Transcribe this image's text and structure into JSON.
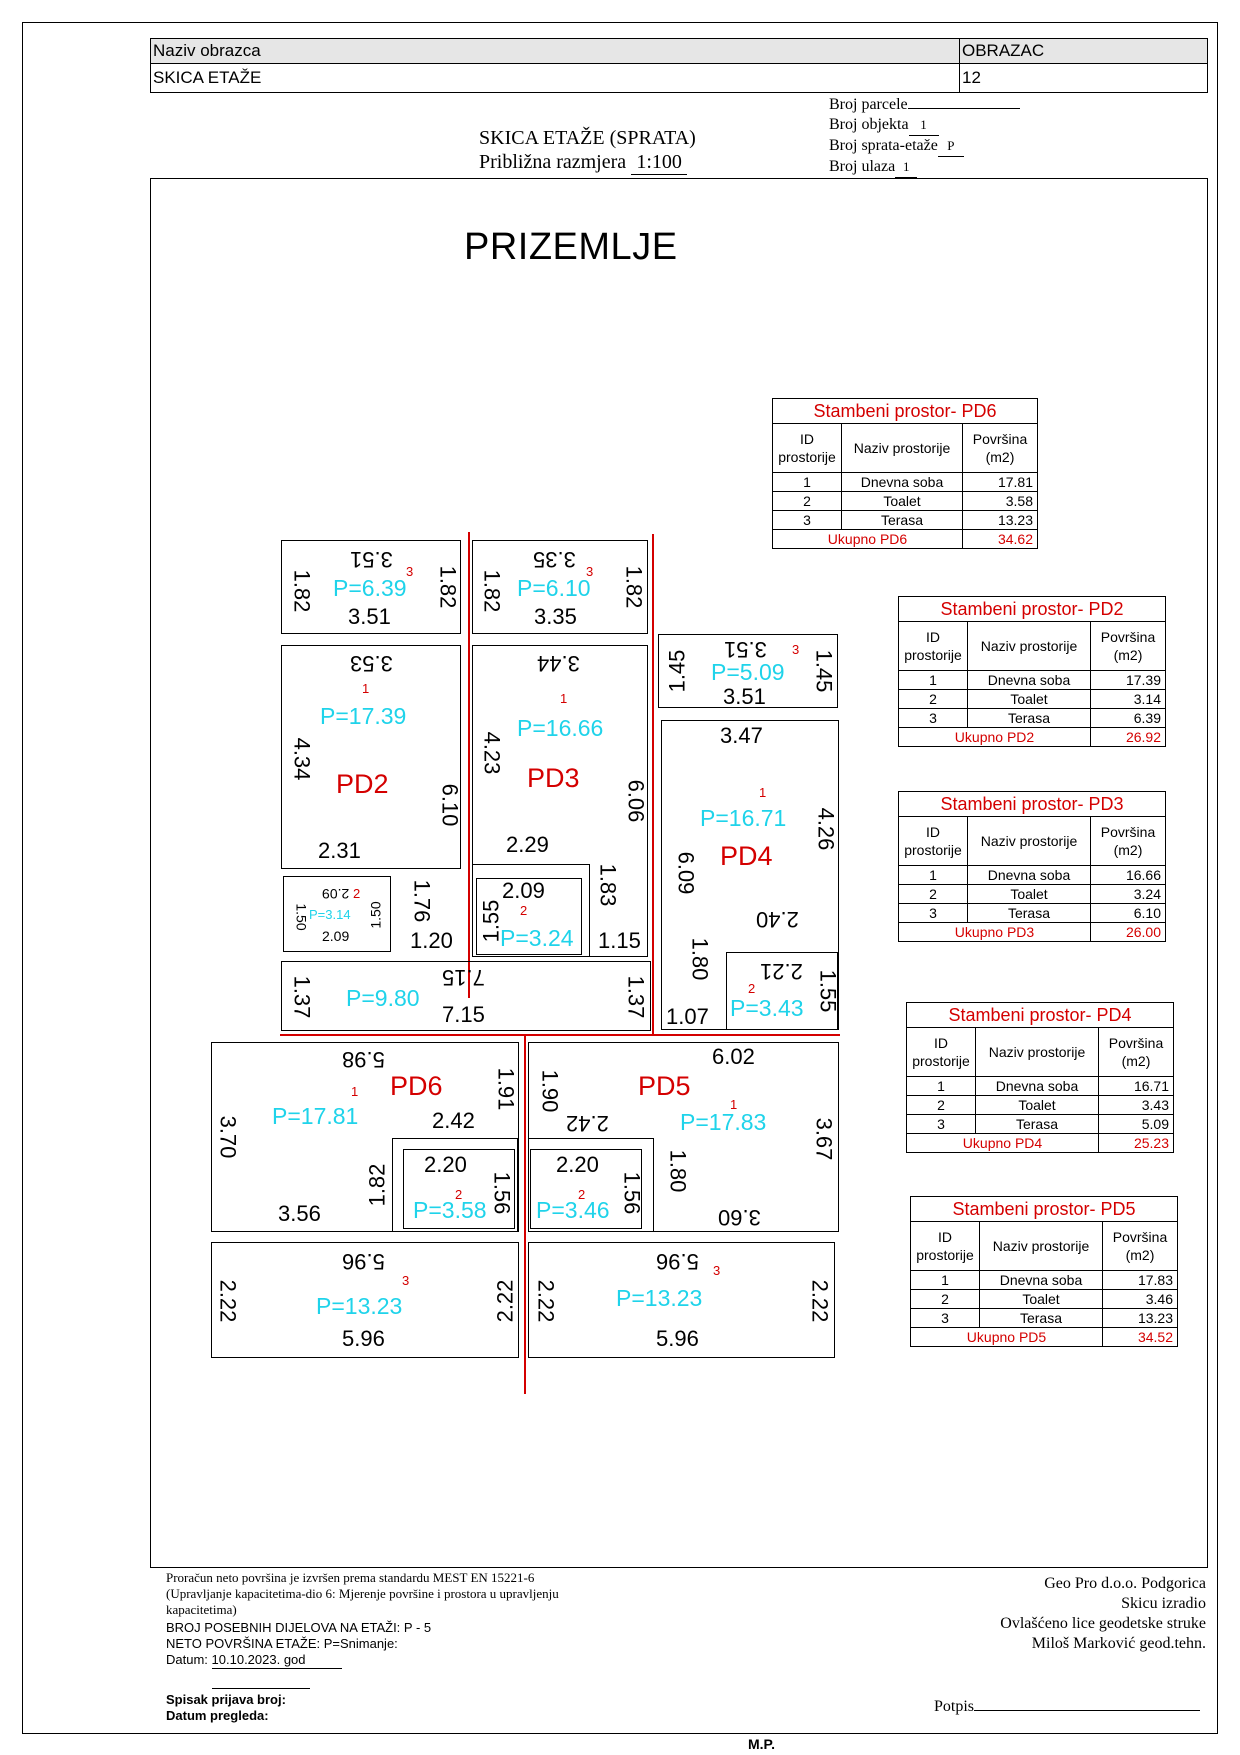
{
  "header": {
    "form_name_label": "Naziv obrazca",
    "form_label": "OBRAZAC",
    "form_name": "SKICA ETAŽE",
    "form_number": "12"
  },
  "title": {
    "main": "SKICA ETAŽE (SPRATA)",
    "scale_label": "Približna razmjera",
    "scale_value": "1:100"
  },
  "info": {
    "parcel_label": "Broj parcele",
    "parcel_value": "",
    "object_label": "Broj objekta",
    "object_value": "1",
    "floor_label": "Broj sprata-etaže",
    "floor_value": "P",
    "entrance_label": "Broj ulaza",
    "entrance_value": "1"
  },
  "floor_title": "PRIZEMLJE",
  "plan": {
    "pd2": {
      "label": "PD2",
      "t_top": "3.51",
      "t_a": "P=6.39",
      "t_id": "3",
      "t_l": "1.82",
      "t_r": "1.82",
      "t_bot": "3.51",
      "m_top": "3.53",
      "m_id": "1",
      "m_a": "P=17.39",
      "m_l": "4.34",
      "m_r": "6.10",
      "m_bot": "2.31",
      "s_top": "2.09",
      "s_id": "2",
      "s_a": "P=3.14",
      "s_l": "1.50",
      "s_r": "1.50",
      "s_bot": "2.09",
      "s_r2": "1.76",
      "s_b2": "1.20"
    },
    "pd3": {
      "label": "PD3",
      "t_top": "3.35",
      "t_a": "P=6.10",
      "t_id": "3",
      "t_l": "1.82",
      "t_r": "1.82",
      "t_bot": "3.35",
      "m_top": "3.44",
      "m_id": "1",
      "m_a": "P=16.66",
      "m_l": "4.23",
      "m_r": "6.06",
      "m_bot": "2.29",
      "s_top": "2.09",
      "s_id": "2",
      "s_a": "P=3.24",
      "s_l": "1.55",
      "s_r": "1.83",
      "s_bot": "1.15"
    },
    "pd4": {
      "label": "PD4",
      "t_top": "3.51",
      "t_a": "P=5.09",
      "t_id": "3",
      "t_l": "1.45",
      "t_r": "1.45",
      "t_bot": "3.51",
      "m_top": "3.47",
      "m_id": "1",
      "m_a": "P=16.71",
      "m_l": "6.09",
      "m_r": "4.26",
      "m_bot": "2.40",
      "s_top": "2.21",
      "s_id": "2",
      "s_a": "P=3.43",
      "s_l": "1.80",
      "s_r": "1.55",
      "s_bot": "1.07"
    },
    "hall": {
      "a": "P=9.80",
      "top": "7.15",
      "bot": "7.15",
      "l": "1.37",
      "r": "1.37"
    },
    "pd6": {
      "label": "PD6",
      "m_top": "5.98",
      "m_id": "1",
      "m_a": "P=17.81",
      "m_l": "3.70",
      "m_r": "1.91",
      "m_mid": "2.42",
      "m_bot": "3.56",
      "m_in": "1.82",
      "s_top": "2.20",
      "s_id": "2",
      "s_a": "P=3.58",
      "s_r": "1.56",
      "t_top": "5.96",
      "t_id": "3",
      "t_a": "P=13.23",
      "t_l": "2.22",
      "t_r": "2.22",
      "t_bot": "5.96"
    },
    "pd5": {
      "label": "PD5",
      "m_top": "6.02",
      "m_id": "1",
      "m_a": "P=17.83",
      "m_l": "1.90",
      "m_r": "3.67",
      "m_mid": "2.42",
      "m_bot": "3.60",
      "m_in": "1.80",
      "s_top": "2.20",
      "s_id": "2",
      "s_a": "P=3.46",
      "s_r": "1.56",
      "t_top": "5.96",
      "t_id": "3",
      "t_a": "P=13.23",
      "t_l": "2.22",
      "t_r": "2.22",
      "t_bot": "5.96"
    }
  },
  "tables": [
    {
      "title": "Stambeni prostor- PD6",
      "h_id": "ID prostorije",
      "h_name": "Naziv prostorije",
      "h_area": "Površina (m2)",
      "rows": [
        [
          "1",
          "Dnevna soba",
          "17.81"
        ],
        [
          "2",
          "Toalet",
          "3.58"
        ],
        [
          "3",
          "Terasa",
          "13.23"
        ]
      ],
      "total_label": "Ukupno PD6",
      "total": "34.62"
    },
    {
      "title": "Stambeni prostor- PD2",
      "h_id": "ID prostorije",
      "h_name": "Naziv prostorije",
      "h_area": "Površina (m2)",
      "rows": [
        [
          "1",
          "Dnevna soba",
          "17.39"
        ],
        [
          "2",
          "Toalet",
          "3.14"
        ],
        [
          "3",
          "Terasa",
          "6.39"
        ]
      ],
      "total_label": "Ukupno PD2",
      "total": "26.92"
    },
    {
      "title": "Stambeni prostor- PD3",
      "h_id": "ID prostorije",
      "h_name": "Naziv prostorije",
      "h_area": "Površina (m2)",
      "rows": [
        [
          "1",
          "Dnevna soba",
          "16.66"
        ],
        [
          "2",
          "Toalet",
          "3.24"
        ],
        [
          "3",
          "Terasa",
          "6.10"
        ]
      ],
      "total_label": "Ukupno PD3",
      "total": "26.00"
    },
    {
      "title": "Stambeni prostor- PD4",
      "h_id": "ID prostorije",
      "h_name": "Naziv prostorije",
      "h_area": "Površina (m2)",
      "rows": [
        [
          "1",
          "Dnevna soba",
          "16.71"
        ],
        [
          "2",
          "Toalet",
          "3.43"
        ],
        [
          "3",
          "Terasa",
          "5.09"
        ]
      ],
      "total_label": "Ukupno PD4",
      "total": "25.23"
    },
    {
      "title": "Stambeni prostor- PD5",
      "h_id": "ID prostorije",
      "h_name": "Naziv prostorije",
      "h_area": "Površina (m2)",
      "rows": [
        [
          "1",
          "Dnevna soba",
          "17.83"
        ],
        [
          "2",
          "Toalet",
          "3.46"
        ],
        [
          "3",
          "Terasa",
          "13.23"
        ]
      ],
      "total_label": "Ukupno PD5",
      "total": "34.52"
    }
  ],
  "footer": {
    "line1": "Proračun neto površina je izvršen prema standardu MEST EN 15221-6",
    "line2": "(Upravljanje kapacitetima-dio 6: Mjerenje površine i prostora u upravljenju",
    "line3": "kapacitetima)",
    "line4": "BROJ POSEBNIH DIJELOVA NA ETAŽI: P - 5",
    "line5": "NETO POVRŠINA ETAŽE: P=Snimanje:",
    "date_label": "Datum:",
    "date_value": "10.10.2023. god",
    "request_label": "Spisak prijava broj:",
    "review_label": "Datum pregleda:",
    "company": "Geo Pro d.o.o. Podgorica",
    "made_by": "Skicu izradio",
    "licensed": "Ovlašćeno lice geodetske struke",
    "person": "Miloš Marković geod.tehn.",
    "sign_label": "Potpis",
    "stamp": "M.P."
  }
}
